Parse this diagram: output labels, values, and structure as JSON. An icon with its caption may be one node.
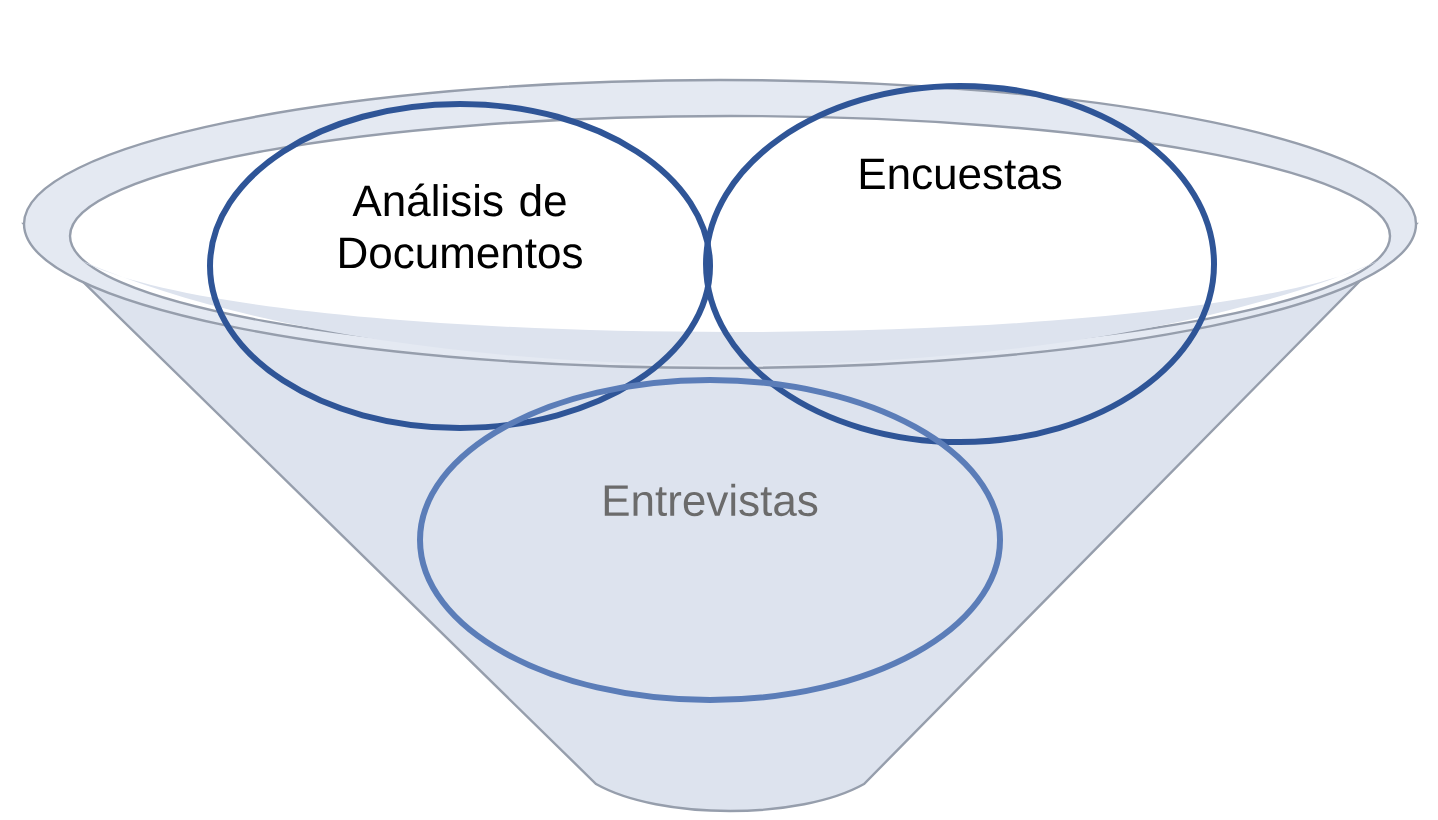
{
  "diagram": {
    "nodes": [
      {
        "text": [
          "Análisis de Documentos"
        ]
      },
      {
        "text": [
          "Encuestas"
        ]
      },
      {
        "text": [
          "Entrevistas"
        ]
      }
    ]
  }
}
